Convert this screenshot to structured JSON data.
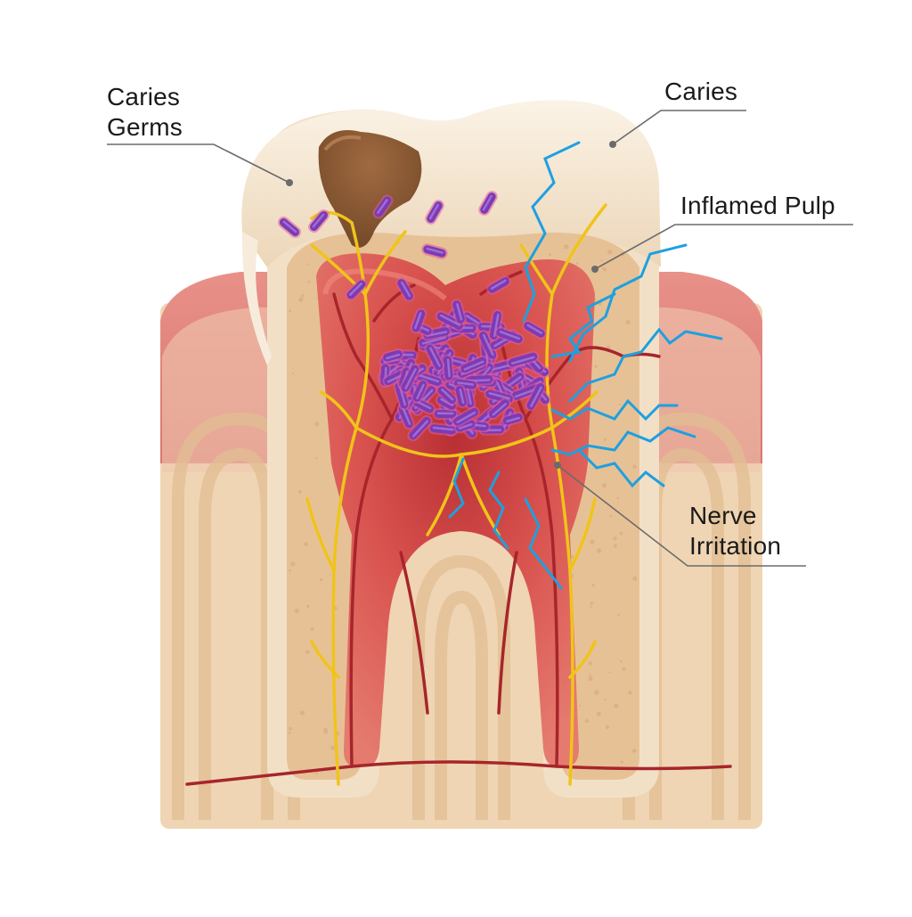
{
  "labels": {
    "caries_germs": [
      "Caries",
      "Germs"
    ],
    "caries": "Caries",
    "inflamed_pulp": "Inflamed Pulp",
    "nerve_irritation": [
      "Nerve",
      "Irritation"
    ]
  },
  "colors": {
    "enamel": "#f6ead7",
    "enamel_shade": "#e9d3b4",
    "dentin": "#e7c196",
    "pulp": "#d9534f",
    "pulp_dark": "#c03a37",
    "gum": "#e0857c",
    "bone": "#efd5b3",
    "bone_stripe": "#e2be93",
    "cavity": "#8a5a35",
    "nerve": "#f0c419",
    "vessel": "#a7252b",
    "bacteria": "#7b3bb5",
    "bacteria_glow": "#e05aa0",
    "irritation": "#1ea0e0"
  }
}
